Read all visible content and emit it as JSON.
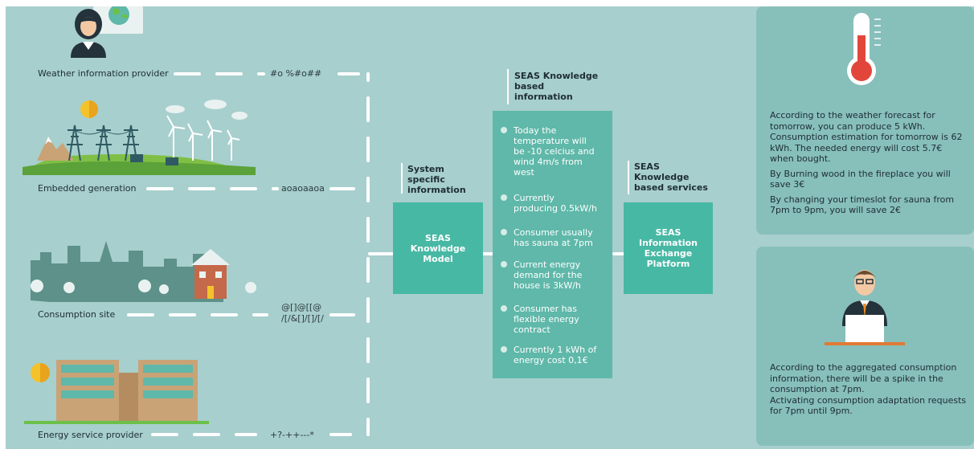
{
  "sources": {
    "weather": {
      "label": "Weather information provider",
      "code": "#o %#o##"
    },
    "embedded": {
      "label": "Embedded generation",
      "code": "aoaoaaoa"
    },
    "consumption": {
      "label": "Consumption site",
      "code_line1": "@[]@[[@",
      "code_line2": "/[/&[]/[]/[/"
    },
    "energy_service": {
      "label": "Energy service provider",
      "code": "+?-++---*"
    }
  },
  "headers": {
    "system_specific": [
      "System",
      "specific",
      "information"
    ],
    "knowledge_based_info": [
      "SEAS Knowledge",
      "based",
      "information"
    ],
    "knowledge_based_services": [
      "SEAS",
      "Knowledge",
      "based services"
    ]
  },
  "boxes": {
    "knowledge_model": [
      "SEAS",
      "Knowledge",
      "Model"
    ],
    "exchange_platform": [
      "SEAS",
      "Information",
      "Exchange",
      "Platform"
    ]
  },
  "info_items": [
    [
      "Today the",
      "temperature will",
      "be -10 celcius and",
      "wind 4m/s from",
      "west"
    ],
    [
      "Currently",
      "producing 0.5kW/h"
    ],
    [
      "Consumer usually",
      "has sauna at 7pm"
    ],
    [
      "Current energy",
      "demand for the",
      "house is 3kW/h"
    ],
    [
      "Consumer has",
      "flexible energy",
      "contract"
    ],
    [
      "Currently 1 kWh of",
      "energy cost 0,1€"
    ]
  ],
  "panel_top": [
    "According to the weather forecast for",
    "tomorrow, you can produce 5 kWh.",
    "Consumption estimation for tomorrow is 62",
    "kWh. The needed energy will cost 5.7€",
    "when bought.",
    "By Burning wood in the fireplace you will",
    "save 3€",
    "By changing your timeslot for sauna from",
    "7pm to 9pm, you will save 2€"
  ],
  "panel_bottom": [
    "According to the aggregated consumption",
    "information, there will be a spike in the",
    "consumption at 7pm.",
    "Activating consumption adaptation requests",
    "for 7pm until 9pm."
  ],
  "icons": [
    "person-icon",
    "globe-icon",
    "sun-icon",
    "power-pylon-icon",
    "wind-turbine-icon",
    "solar-panel-icon",
    "city-silhouette-icon",
    "house-icon",
    "office-building-icon",
    "thermometer-icon",
    "businessman-icon"
  ],
  "colors": {
    "background": "#a7cfcd",
    "teal": "#47b8a4",
    "info_box": "#5fb8a9",
    "panel": "#87bfbb",
    "thermometer_red": "#e2463b"
  }
}
